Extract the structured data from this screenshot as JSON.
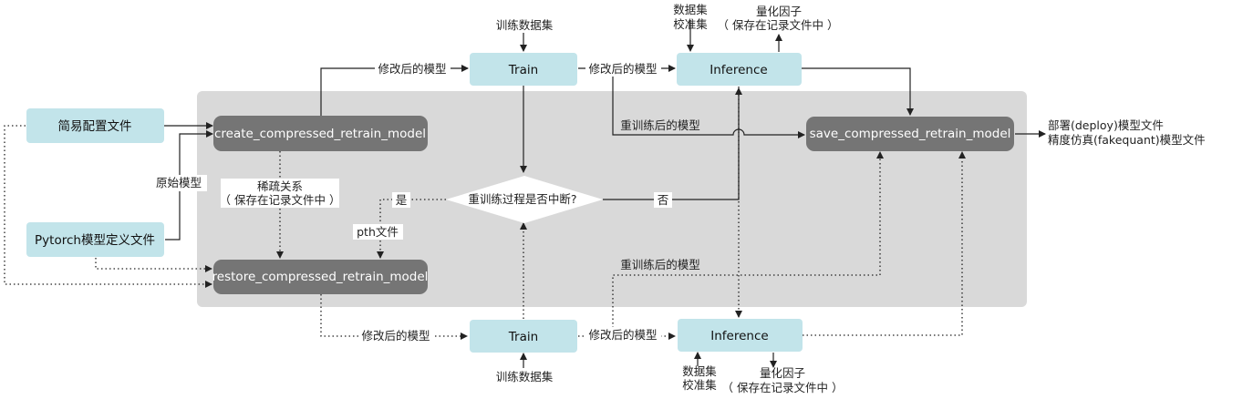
{
  "nodes": {
    "simple_config": "简易配置文件",
    "pytorch_def": "Pytorch模型定义文件",
    "create": "create_compressed_retrain_model",
    "restore": "restore_compressed_retrain_model",
    "train_top": "Train",
    "train_bottom": "Train",
    "inference_top": "Inference",
    "inference_bottom": "Inference",
    "save": "save_compressed_retrain_model",
    "decision": "重训练过程是否中断?"
  },
  "labels": {
    "train_data_top": "训练数据集",
    "train_data_bottom": "训练数据集",
    "dataset_top": "数据集",
    "calib_top": "校准集",
    "quant_factor_top": "量化因子",
    "quant_note_top": "（ 保存在记录文件中 ）",
    "dataset_bottom": "数据集",
    "calib_bottom": "校准集",
    "quant_factor_bottom": "量化因子",
    "quant_note_bottom": "（ 保存在记录文件中 ）",
    "modified_model_1": "修改后的模型",
    "modified_model_2": "修改后的模型",
    "modified_model_3": "修改后的模型",
    "modified_model_4": "修改后的模型",
    "retrained_model_top": "重训练后的模型",
    "retrained_model_bottom": "重训练后的模型",
    "original_model": "原始模型",
    "sparse_relation": "稀疏关系",
    "sparse_note": "（ 保存在记录文件中 ）",
    "yes": "是",
    "no": "否",
    "pth_file": "pth文件",
    "output_deploy": "部署(deploy)模型文件",
    "output_fakequant": "精度仿真(fakequant)模型文件"
  },
  "colors": {
    "light_box": "#c2e4ea",
    "dark_box": "#757575",
    "panel": "#d9d9d9",
    "line": "#222222"
  }
}
